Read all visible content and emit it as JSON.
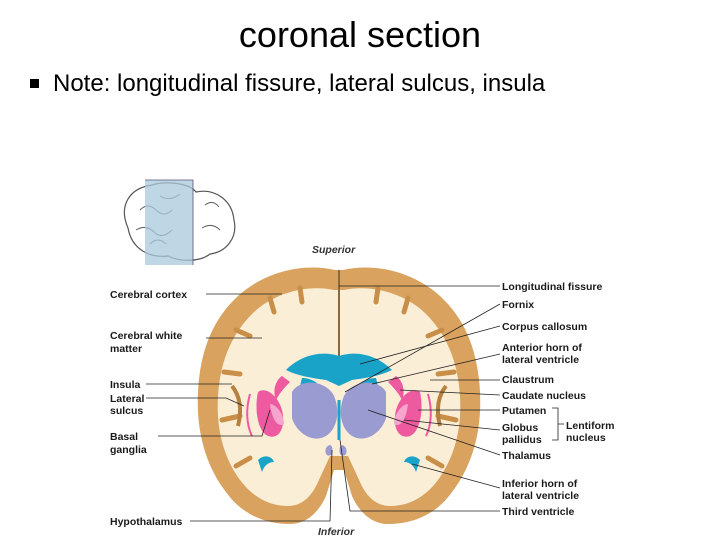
{
  "slide": {
    "title": "coronal section",
    "bullet": "Note: longitudinal fissure, lateral sulcus, insula"
  },
  "diagram": {
    "orientation": {
      "superior": "Superior",
      "inferior": "Inferior"
    },
    "left_labels": {
      "cerebral_cortex": "Cerebral cortex",
      "cerebral_white_matter_1": "Cerebral white",
      "cerebral_white_matter_2": "matter",
      "insula": "Insula",
      "lateral_sulcus_1": "Lateral",
      "lateral_sulcus_2": "sulcus",
      "basal_ganglia_1": "Basal",
      "basal_ganglia_2": "ganglia",
      "hypothalamus": "Hypothalamus"
    },
    "right_labels": {
      "longitudinal_fissure": "Longitudinal fissure",
      "fornix": "Fornix",
      "corpus_callosum": "Corpus callosum",
      "anterior_horn_1": "Anterior horn of",
      "anterior_horn_2": "lateral ventricle",
      "claustrum": "Claustrum",
      "caudate_nucleus": "Caudate nucleus",
      "putamen": "Putamen",
      "globus_pallidus_1": "Globus",
      "globus_pallidus_2": "pallidus",
      "lentiform_1": "Lentiform",
      "lentiform_2": "nucleus",
      "thalamus": "Thalamus",
      "inferior_horn_1": "Inferior horn of",
      "inferior_horn_2": "lateral ventricle",
      "third_ventricle": "Third ventricle"
    },
    "colors": {
      "cortex": "#d9a25e",
      "white_matter": "#fbeed6",
      "ventricle": "#1aa3c9",
      "basal_nuclei": "#ee5aa0",
      "thalamus": "#9a9bd0",
      "inset_plane": "#a9c8dc"
    }
  }
}
